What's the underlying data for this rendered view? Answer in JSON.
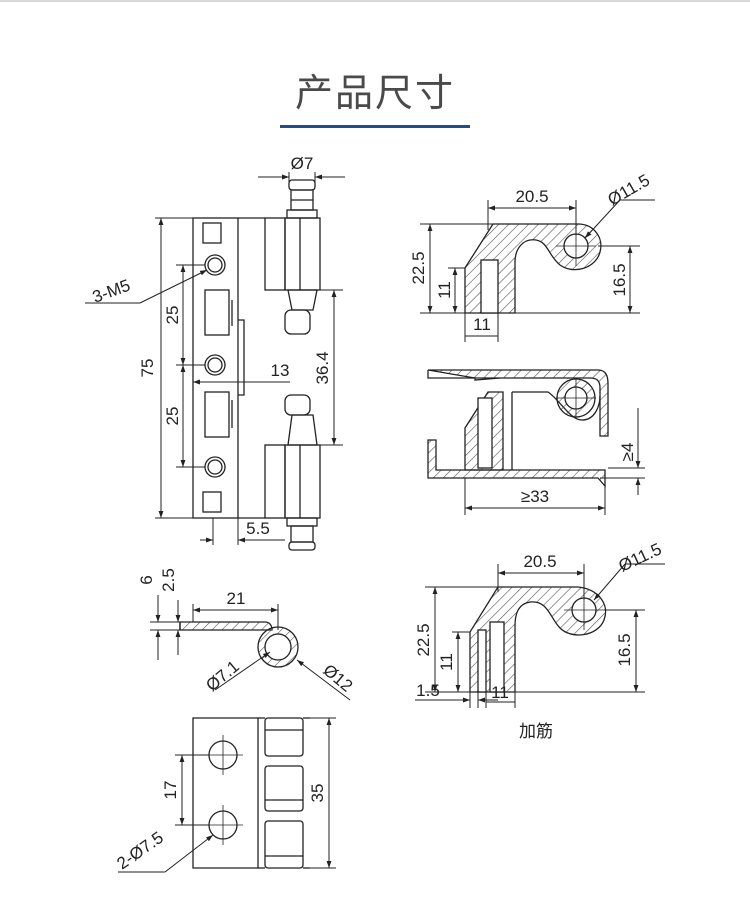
{
  "title": "产品尺寸",
  "colors": {
    "accent": "#1f4e8c",
    "line": "#222222",
    "hatch": "#555555"
  },
  "front_view": {
    "pin_dia": "Ø7",
    "thread": "3-M5",
    "height_total": "75",
    "hole_pitch_top": "25",
    "hole_pitch_bottom": "25",
    "leaf_width": "13",
    "pin_span": "36.4",
    "offset": "5.5"
  },
  "section_top": {
    "width": "20.5",
    "hole_dia": "Ø11.5",
    "height": "22.5",
    "flange": "11",
    "hole_height": "16.5",
    "base": "11"
  },
  "section_mid": {
    "gap": "≥4",
    "length": "≥33"
  },
  "side_view": {
    "h6": "6",
    "h25": "2.5",
    "length": "21",
    "inner_dia": "Ø7.1",
    "outer_dia": "Ø12"
  },
  "section_bottom": {
    "width": "20.5",
    "hole_dia": "Ø11.5",
    "height": "22.5",
    "flange": "11",
    "hole_height": "16.5",
    "thickness": "1.5",
    "base": "11",
    "caption": "加筋"
  },
  "plate_view": {
    "hole_pitch": "17",
    "height": "35",
    "holes": "2-Ø7.5"
  }
}
